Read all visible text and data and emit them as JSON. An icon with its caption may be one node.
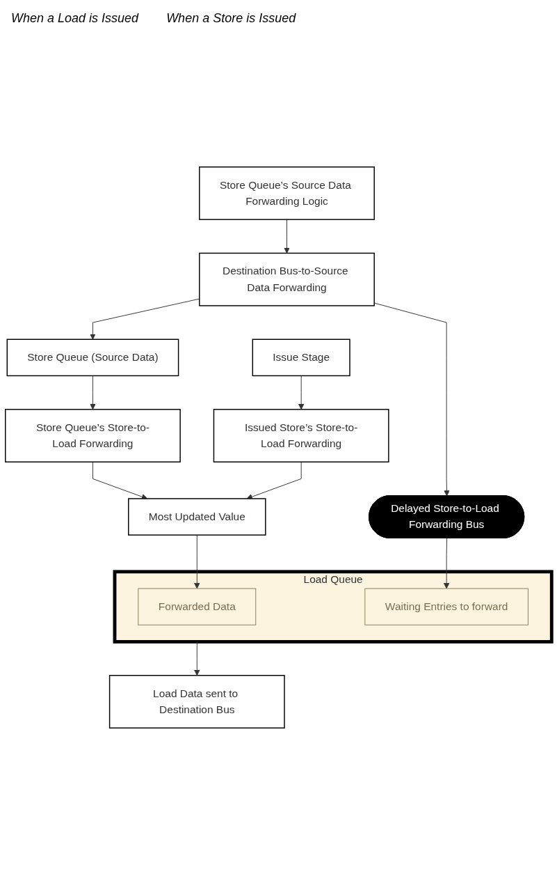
{
  "diagram": {
    "nodes": [
      {
        "text": [
          "Store Queue’s Source Data Forwarding Logic"
        ]
      },
      {
        "text": [
          "Destination Bus-to-Source Data Forwarding"
        ]
      },
      {
        "text": [
          "Delayed Store-to-Load Forwarding Bus"
        ]
      },
      {
        "text": [
          "Store Queue (Source Data)"
        ]
      },
      {
        "text": [
          "Store Queue’s Store-to-Load Forwarding"
        ]
      },
      {
        "text": [
          "Most Updated Value"
        ]
      },
      {
        "text": [
          "Load Queue"
        ]
      },
      {
        "text": [
          "Forwarded Data"
        ],
        "in": 6
      },
      {
        "text": [
          "Waiting Entries to forward"
        ],
        "in": 6
      },
      {
        "text": [
          "Load Data sent to Destination Bus"
        ]
      },
      {
        "text": [
          "Issued Store’s Store-to-Load Forwarding"
        ]
      },
      {
        "text": [
          "Issue Stage"
        ]
      }
    ],
    "edges": [
      {
        "from": 0,
        "to": 1,
        "arrow": "to"
      },
      {
        "from": 1,
        "to": 2,
        "arrow": "to"
      },
      {
        "from": 1,
        "to": 3,
        "arrow": "to"
      },
      {
        "from": 3,
        "to": 4,
        "arrow": "to"
      },
      {
        "from": 4,
        "to": 5,
        "arrow": "to"
      },
      {
        "from": 5,
        "to": 7,
        "arrow": "to"
      },
      {
        "from": 2,
        "to": 8,
        "arrow": "to"
      },
      {
        "from": 6,
        "to": 9,
        "arrow": "to"
      },
      {
        "from": 10,
        "to": 5,
        "arrow": "to"
      },
      {
        "from": 11,
        "to": 10,
        "arrow": "to"
      }
    ],
    "labels": [
      "When a Load is Issued",
      "When a Store is Issued"
    ]
  }
}
